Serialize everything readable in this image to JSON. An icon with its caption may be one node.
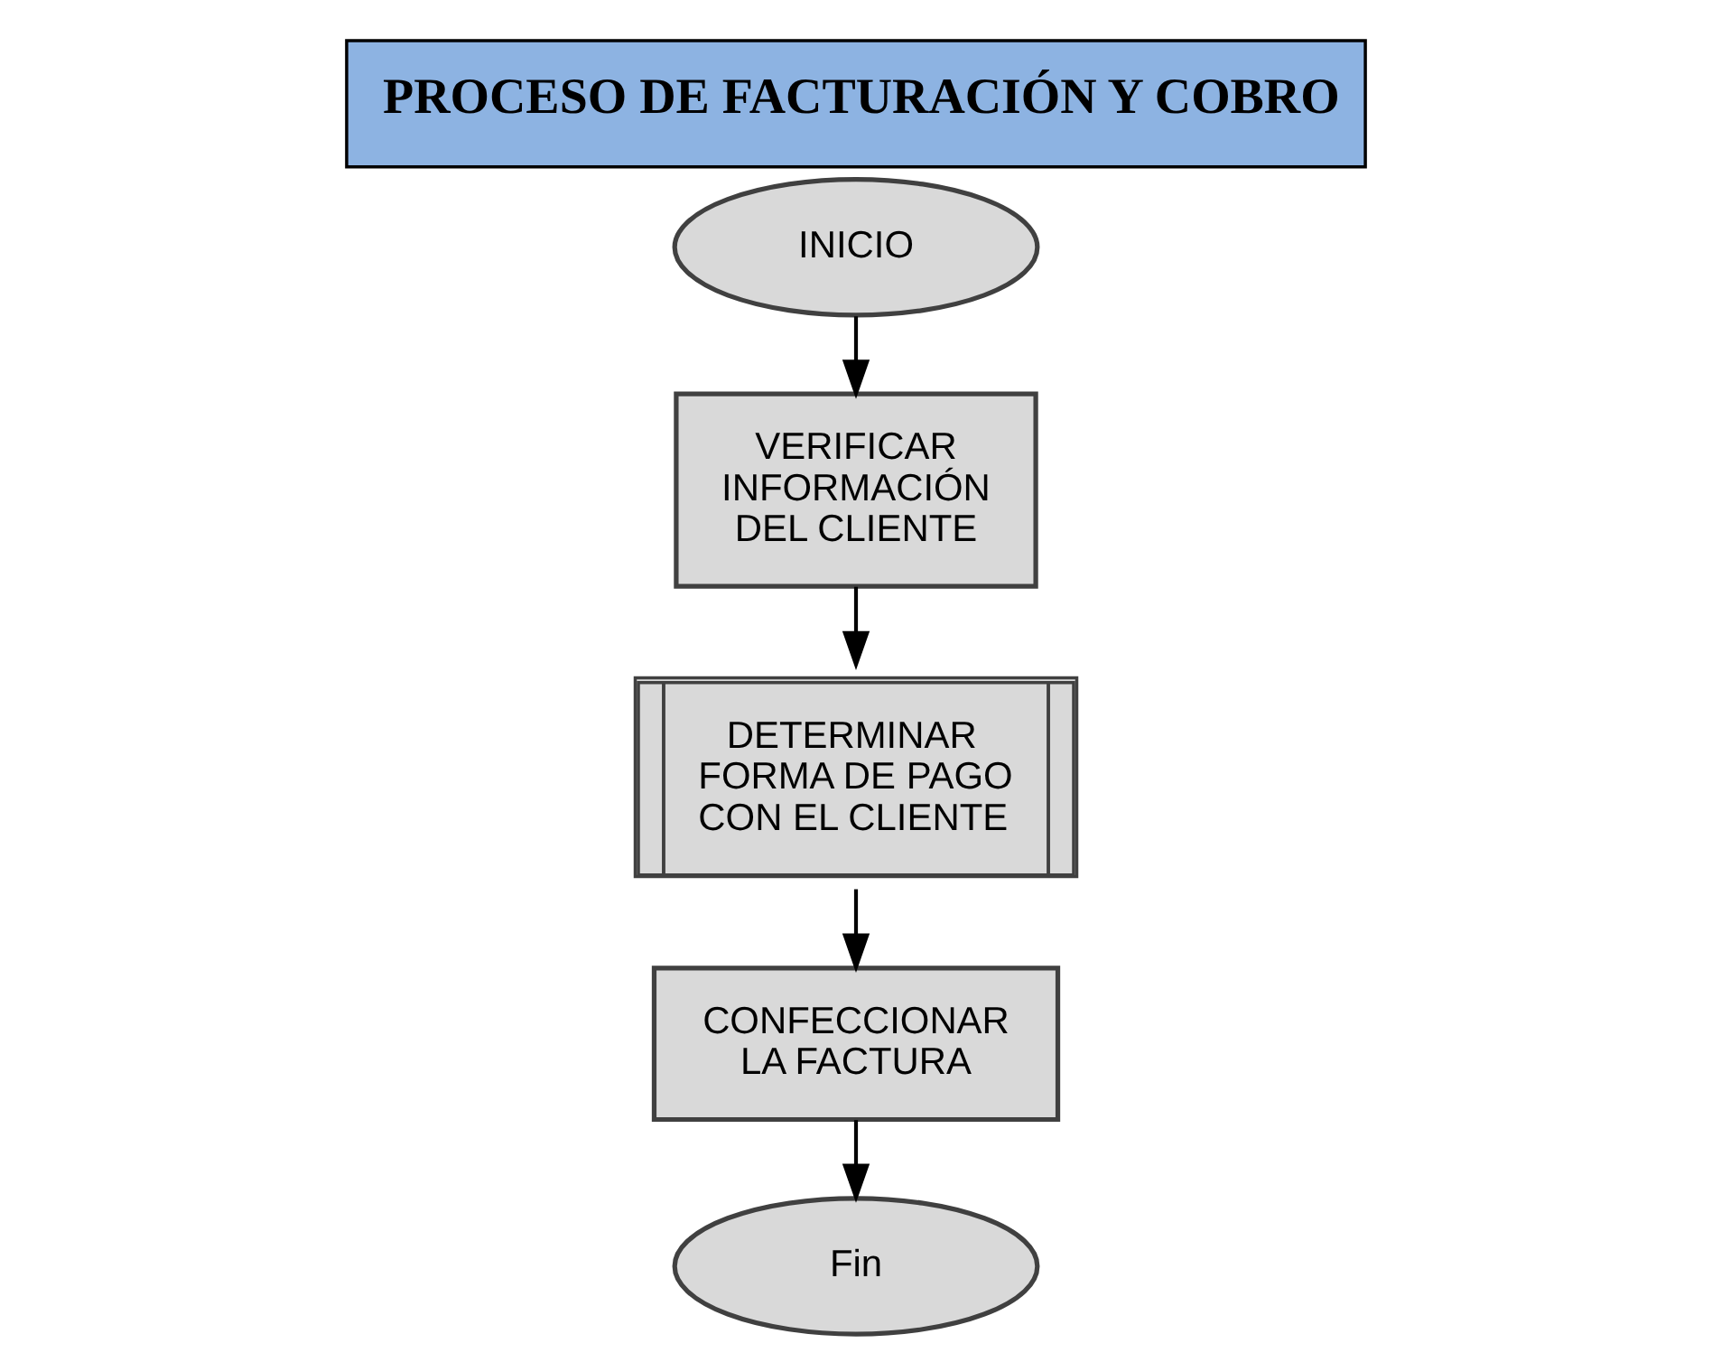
{
  "diagram": {
    "title": "PROCESO DE FACTURACIÓN Y COBRO",
    "nodes": [
      {
        "text": [
          "INICIO"
        ]
      },
      {
        "text": [
          "VERIFICAR INFORMACIÓN DEL CLIENTE"
        ]
      },
      {
        "text": [
          "DETERMINAR FORMA DE PAGO CON EL CLIENTE"
        ]
      },
      {
        "text": [
          "CONFECCIONAR LA FACTURA"
        ]
      },
      {
        "text": [
          "Fin"
        ]
      }
    ],
    "edges": [
      {
        "from": 0,
        "to": 1,
        "arrow": "to"
      },
      {
        "from": 1,
        "to": 2,
        "arrow": "to"
      },
      {
        "from": 2,
        "to": 3,
        "arrow": "to"
      },
      {
        "from": 3,
        "to": 4,
        "arrow": "to"
      }
    ]
  }
}
